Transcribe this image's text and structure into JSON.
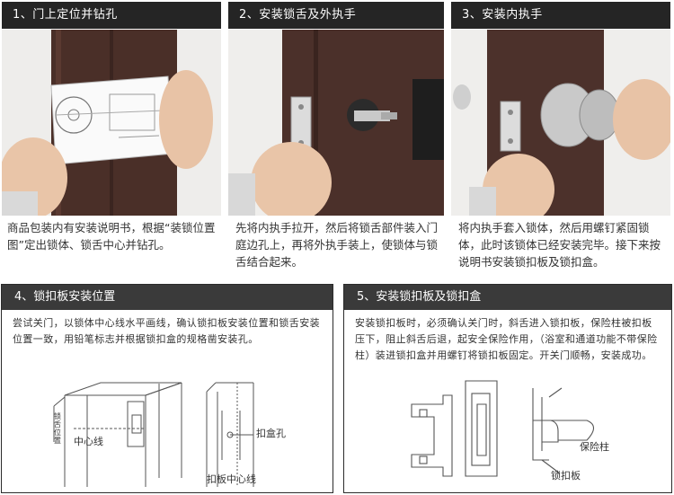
{
  "steps": [
    {
      "title": "1、门上定位并钻孔",
      "caption": "商品包装内有安装说明书，根据“装锁位置图”定出锁体、锁舌中心并钻孔。"
    },
    {
      "title": "2、安装锁舌及外执手",
      "caption": "先将内执手拉开，然后将锁舌部件装入门庭边孔上，再将外执手装上，使锁体与锁舌结合起来。"
    },
    {
      "title": "3、安装内执手",
      "caption": "将内执手套入锁体，然后用螺钉紧固锁体，此时该锁体已经安装完毕。接下来按说明书安装锁扣板及锁扣盒。"
    }
  ],
  "panels": [
    {
      "title": "4、锁扣板安装位置",
      "text": "尝试关门，以锁体中心线水平画线，确认锁扣板安装位置和锁舌安装位置一致，用铅笔标志并根据锁扣盒的规格凿安装孔。",
      "labels": {
        "center_line": "中心线",
        "vertical_text": "锁舌位置",
        "box_hole": "扣盒孔",
        "plate_center": "扣板中心线"
      }
    },
    {
      "title": "5、安装锁扣板及锁扣盒",
      "text": "安装锁扣板时，必须确认关门时，斜舌进入锁扣板，保险柱被扣板压下，阻止斜舌后退，起安全保险作用，（浴室和通道功能不带保险柱）装进锁扣盒并用螺钉将锁扣板固定。开关门顺畅，安装成功。",
      "labels": {
        "safety_pin": "保险柱",
        "strike_plate": "锁扣板"
      }
    }
  ]
}
